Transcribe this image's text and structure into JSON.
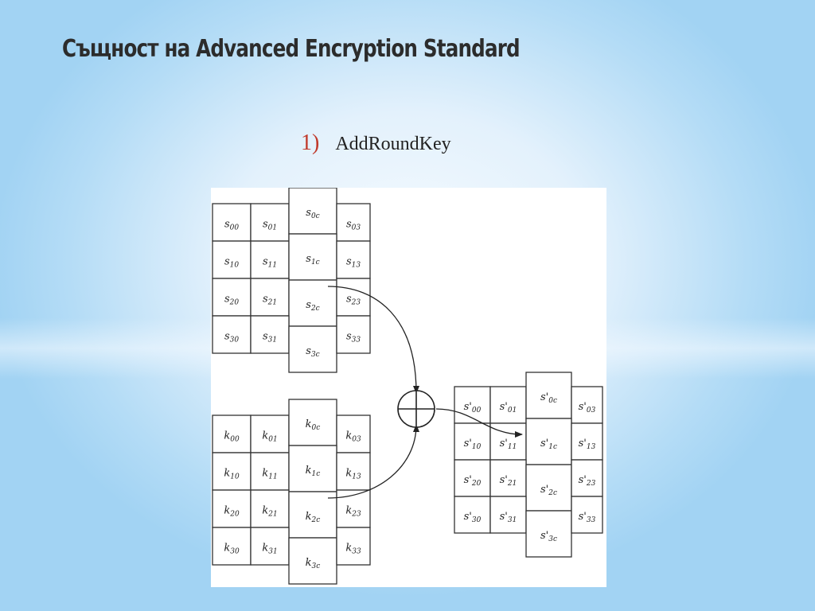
{
  "slide": {
    "title": "Същност на Advanced Encryption Standard",
    "step_number": "1)",
    "step_label": "AddRoundKey"
  },
  "diagram": {
    "state_matrix": [
      [
        "s",
        "00"
      ],
      [
        "s",
        "01"
      ],
      [
        "s",
        "0c"
      ],
      [
        "s",
        "03"
      ],
      [
        "s",
        "10"
      ],
      [
        "s",
        "11"
      ],
      [
        "s",
        "1c"
      ],
      [
        "s",
        "13"
      ],
      [
        "s",
        "20"
      ],
      [
        "s",
        "21"
      ],
      [
        "s",
        "2c"
      ],
      [
        "s",
        "23"
      ],
      [
        "s",
        "30"
      ],
      [
        "s",
        "31"
      ],
      [
        "s",
        "3c"
      ],
      [
        "s",
        "33"
      ]
    ],
    "key_matrix": [
      [
        "k",
        "00"
      ],
      [
        "k",
        "01"
      ],
      [
        "k",
        "0c"
      ],
      [
        "k",
        "03"
      ],
      [
        "k",
        "10"
      ],
      [
        "k",
        "11"
      ],
      [
        "k",
        "1c"
      ],
      [
        "k",
        "13"
      ],
      [
        "k",
        "20"
      ],
      [
        "k",
        "21"
      ],
      [
        "k",
        "2c"
      ],
      [
        "k",
        "23"
      ],
      [
        "k",
        "30"
      ],
      [
        "k",
        "31"
      ],
      [
        "k",
        "3c"
      ],
      [
        "k",
        "33"
      ]
    ],
    "output_matrix": [
      [
        "s'",
        "00"
      ],
      [
        "s'",
        "01"
      ],
      [
        "s'",
        "0c"
      ],
      [
        "s'",
        "03"
      ],
      [
        "s'",
        "10"
      ],
      [
        "s'",
        "11"
      ],
      [
        "s'",
        "1c"
      ],
      [
        "s'",
        "13"
      ],
      [
        "s'",
        "20"
      ],
      [
        "s'",
        "21"
      ],
      [
        "s'",
        "2c"
      ],
      [
        "s'",
        "23"
      ],
      [
        "s'",
        "30"
      ],
      [
        "s'",
        "31"
      ],
      [
        "s'",
        "3c"
      ],
      [
        "s'",
        "33"
      ]
    ],
    "operator": "xor"
  }
}
